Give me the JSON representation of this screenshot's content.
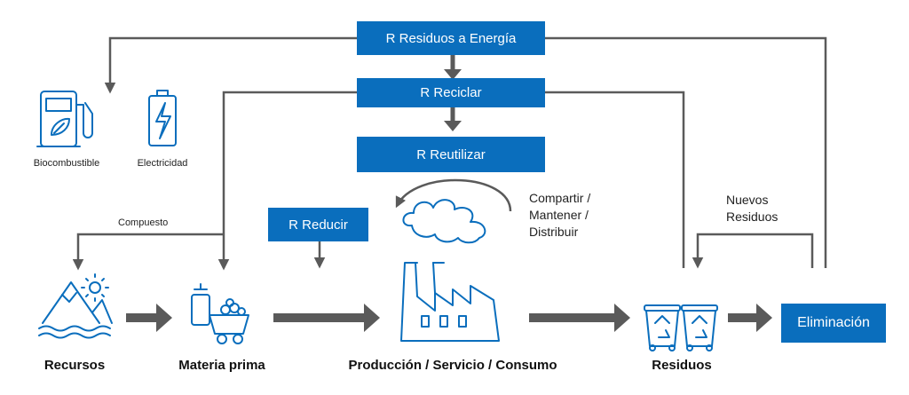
{
  "boxes": {
    "energy": "R Residuos a Energía",
    "recycle": "R Reciclar",
    "reuse": "R Reutilizar",
    "reduce": "R Reducir",
    "elimination": "Eliminación"
  },
  "energy_icons": {
    "biofuel": "Biocombustible",
    "electricity": "Electricidad"
  },
  "flow_labels": {
    "compost": "Compuesto",
    "share": [
      "Compartir /",
      "Mantener /",
      "Distribuir"
    ],
    "new_waste": [
      "Nuevos",
      "Residuos"
    ]
  },
  "stages": {
    "resources": "Recursos",
    "raw_material": "Materia prima",
    "production": "Producción / Servicio / Consumo",
    "waste": "Residuos"
  },
  "icons": [
    "fuel-pump-icon",
    "battery-icon",
    "mountain-icon",
    "mine-cart-icon",
    "factory-icon",
    "recycle-bins-icon"
  ],
  "colors": {
    "accent": "#0a6ebd",
    "line": "#5a5a5a"
  }
}
